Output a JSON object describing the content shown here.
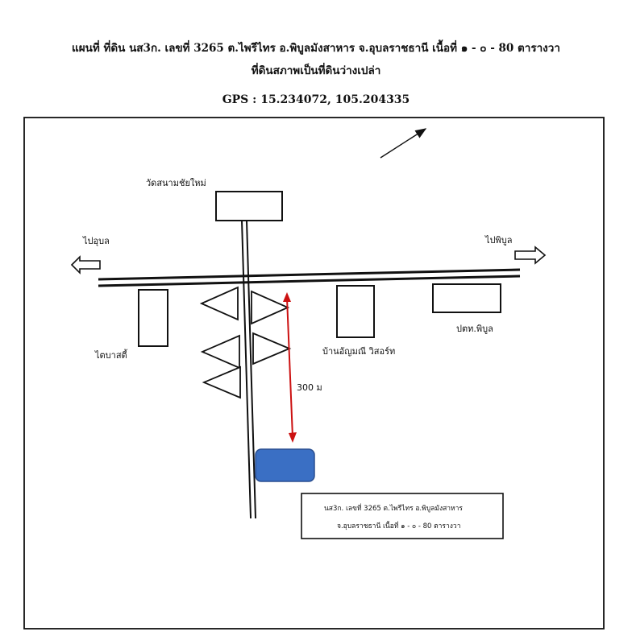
{
  "header": {
    "line1": "แผนที่ ที่ดิน นส3ก. เลขที่ 3265   ต.ไพรีไทร   อ.พิบูลมังสาหาร   จ.อุบลราชธานี เนื้อที่ ๑ - ๐ - 80 ตารางวา",
    "line2": "ที่ดินสภาพเป็นที่ดินว่างเปล่า",
    "gps": "GPS :  15.234072, 105.204335"
  },
  "labels": {
    "temple": "วัดสนามชัยใหม่",
    "to_ubon": "ไปอุบล",
    "to_phibun": "ไปพิบูล",
    "tiger_party": "ไตบาสตี้",
    "resort": "บ้านอัญมณี วิสอร์ท",
    "police": "ปตท.พิบูล",
    "distance": "300 ม"
  },
  "info_box": {
    "line1": "นส3ก. เลขที่ 3265   ต.ไพรีไทร   อ.พิบูลมังสาหาร",
    "line2": "จ.อุบลราชธานี เนื้อที่ ๑ - ๐ - 80 ตารางวา"
  },
  "colors": {
    "arrow_red": "#cc1111",
    "plot_fill": "#3a6fc4",
    "plot_stroke": "#2a4f90",
    "line": "#111111"
  }
}
